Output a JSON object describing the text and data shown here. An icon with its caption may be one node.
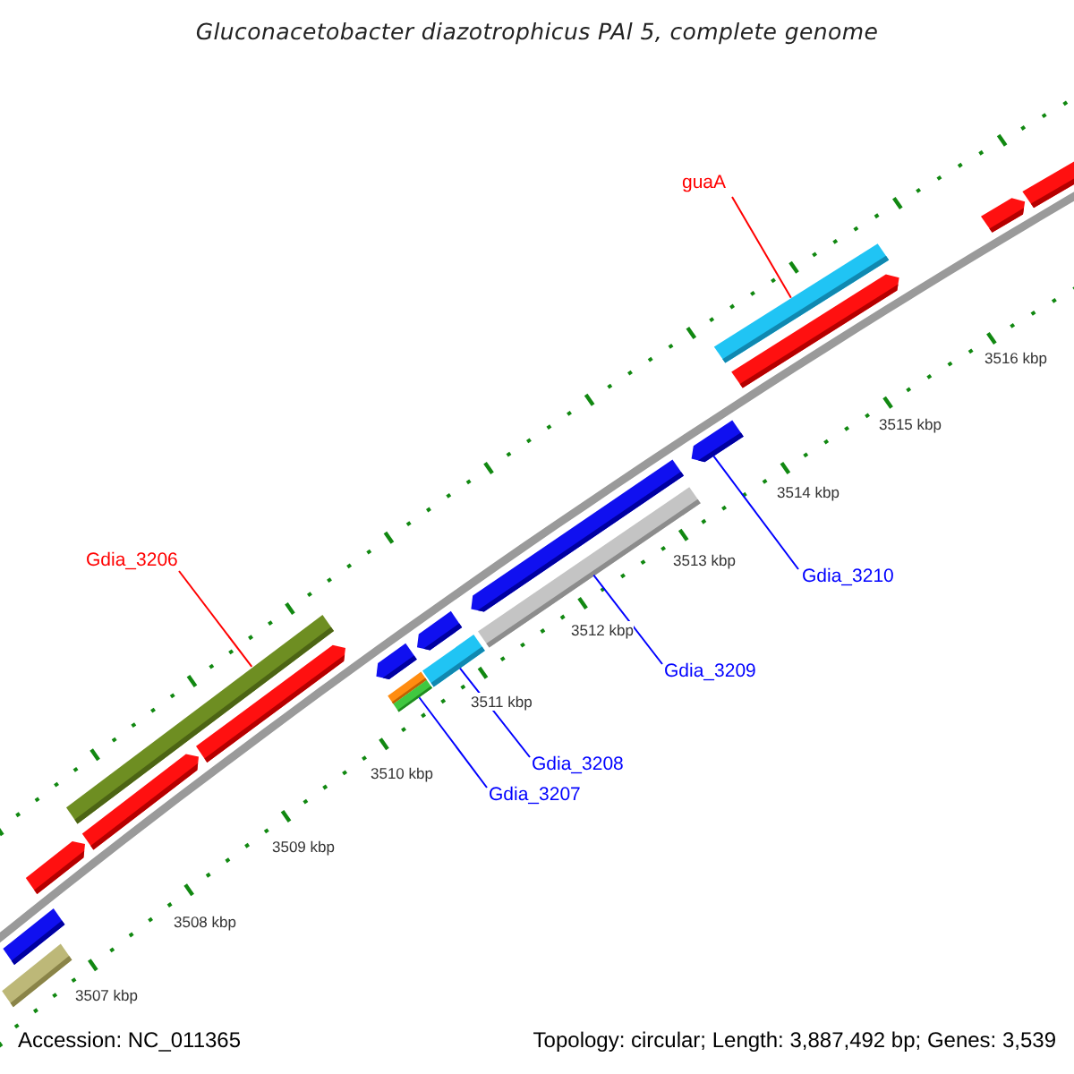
{
  "diagram": {
    "title": "Gluconacetobacter diazotrophicus PAl 5, complete genome",
    "nodes": [
      {
        "text": [
          "guaA"
        ]
      },
      {
        "text": [],
        "shape": "bar"
      },
      {
        "text": [
          "Gdia_3206"
        ]
      },
      {
        "text": [],
        "shape": "bar"
      },
      {
        "text": [
          "Gdia_3210"
        ]
      },
      {
        "text": [],
        "shape": "bar"
      },
      {
        "text": [
          "Gdia_3209"
        ]
      },
      {
        "text": [],
        "shape": "bar"
      },
      {
        "text": [
          "Gdia_3208"
        ]
      },
      {
        "text": [],
        "shape": "bar"
      },
      {
        "text": [
          "Gdia_3207"
        ]
      },
      {
        "text": [],
        "shape": "bar"
      },
      {
        "text": [],
        "shape": "bar"
      },
      {
        "text": [],
        "shape": "bar"
      },
      {
        "text": [],
        "shape": "bar"
      },
      {
        "text": [],
        "shape": "bar"
      },
      {
        "text": [],
        "shape": "bar"
      },
      {
        "text": [],
        "shape": "bar"
      },
      {
        "text": [],
        "shape": "bar"
      },
      {
        "text": [],
        "shape": "bar"
      },
      {
        "text": [],
        "shape": "bar"
      },
      {
        "text": [],
        "shape": "bar"
      },
      {
        "text": [],
        "shape": "bar"
      }
    ],
    "edges": [
      {
        "from": 0,
        "to": 1,
        "arrow": "none",
        "color": "#ff0000"
      },
      {
        "from": 2,
        "to": 3,
        "arrow": "none",
        "color": "#ff0000"
      },
      {
        "from": 4,
        "to": 5,
        "arrow": "none"
      },
      {
        "from": 6,
        "to": 7,
        "arrow": "none"
      },
      {
        "from": 8,
        "to": 9,
        "arrow": "none"
      },
      {
        "from": 10,
        "to": 11,
        "arrow": "none"
      }
    ],
    "labels": [
      "3516 kbp",
      "3515 kbp",
      "3514 kbp",
      "3513 kbp",
      "3512 kbp",
      "3511 kbp",
      "3510 kbp",
      "3509 kbp",
      "3508 kbp",
      "3507 kbp",
      "Accession: NC_011365",
      "Topology: circular; Length: 3,887,492 bp; Genes: 3,539"
    ]
  }
}
